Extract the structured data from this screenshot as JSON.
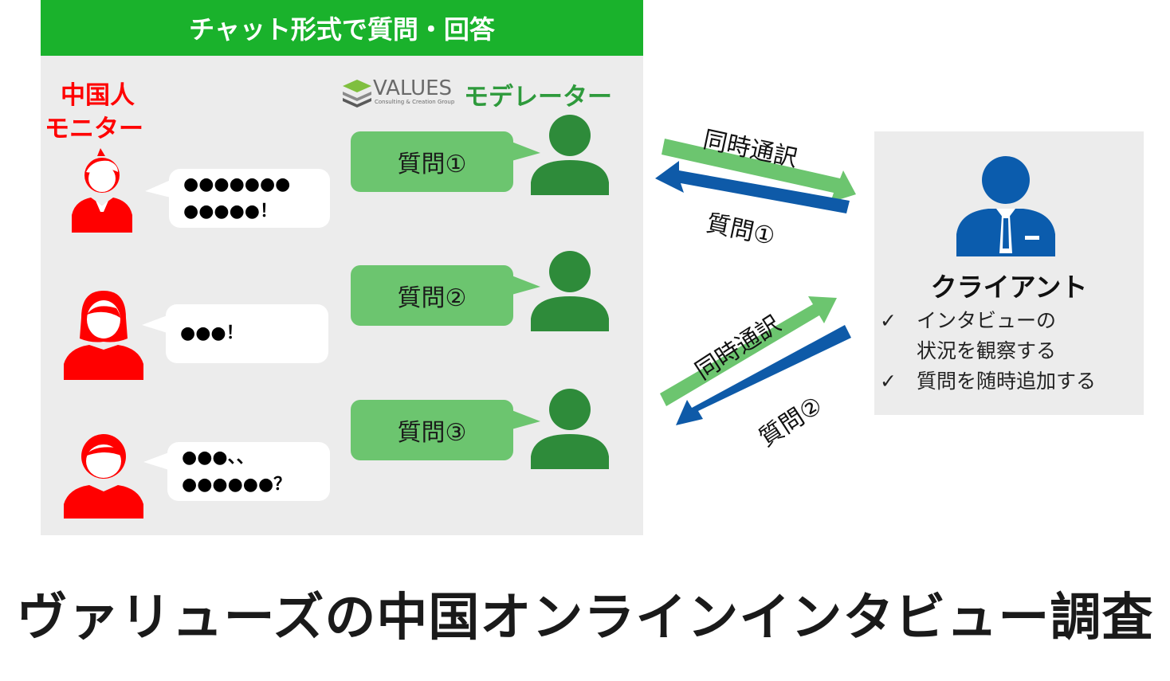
{
  "header": {
    "title": "チャット形式で質問・回答"
  },
  "monitor_label": {
    "line1": "中国人",
    "line2": "モニター"
  },
  "logo": {
    "brand": "VALUES",
    "tagline": "Consulting & Creation Group"
  },
  "moderator_label": "モデレーター",
  "monitor_bubbles": [
    {
      "line1": "●●●●●●●",
      "line2": "●●●●●！"
    },
    {
      "line1": "●●●！",
      "line2": ""
    },
    {
      "line1": "●●●、、",
      "line2": "●●●●●●？"
    }
  ],
  "questions": [
    "質問①",
    "質問②",
    "質問③"
  ],
  "arrows": {
    "top_interpret": "同時通訳",
    "top_question": "質問①",
    "bottom_interpret": "同時通訳",
    "bottom_question": "質問②"
  },
  "client": {
    "title": "クライアント",
    "items": [
      {
        "mark": "✓",
        "lines": [
          "インタビューの",
          "状況を観察する"
        ]
      },
      {
        "mark": "✓",
        "lines": [
          "質問を随時追加する"
        ]
      }
    ]
  },
  "main_title": "ヴァリューズの中国オンラインインタビュー調査",
  "colors": {
    "green_header": "#1ab22c",
    "green_bubble": "#6cc56f",
    "green_person": "#2e8b3a",
    "red_person": "#ff0000",
    "blue_client": "#0b5cad",
    "blue_arrow": "#0e5aa8",
    "green_arrow": "#6cc56f"
  }
}
